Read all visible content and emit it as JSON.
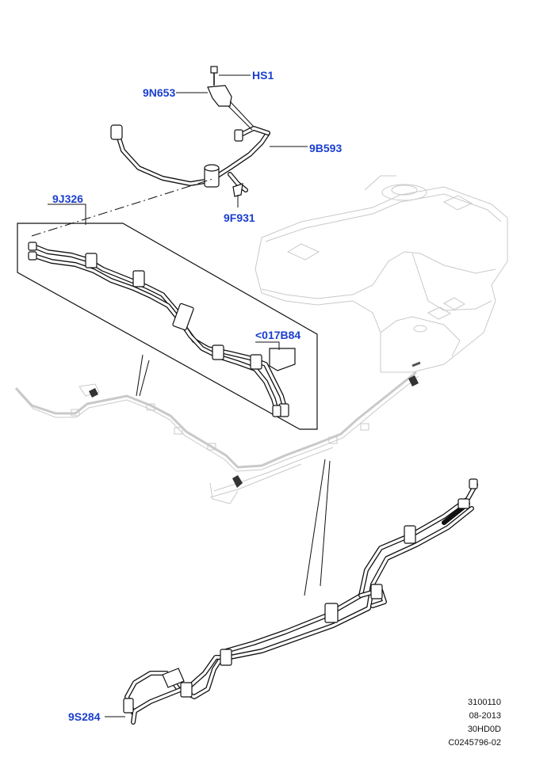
{
  "callouts": {
    "hs1": "HS1",
    "n9n653": "9N653",
    "n9b593": "9B593",
    "n9f931": "9F931",
    "n9j326": "9J326",
    "n017b84": "<017B84",
    "n9s284": "9S284"
  },
  "reference": {
    "line1": "3100110",
    "line2": "08-2013",
    "line3": "30HD0D",
    "line4": "C0245796-02"
  },
  "colors": {
    "callout": "#1a3fcf",
    "line": "#111111",
    "ghost": "#c9c9c9"
  }
}
